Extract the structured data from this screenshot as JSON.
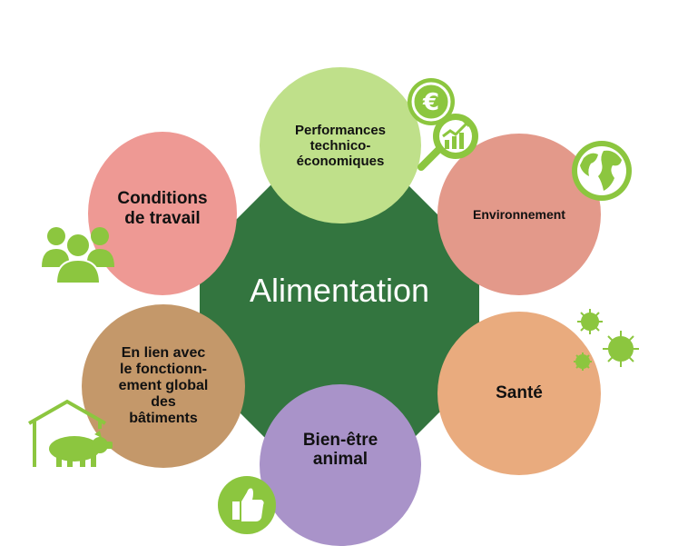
{
  "center": {
    "label": "Alimentation",
    "color": "#33753f"
  },
  "themes": [
    {
      "id": "performances",
      "label": "Performances\ntechnico-\néconomiques",
      "color": "#bfe08a",
      "icons": [
        "euro-icon",
        "growth-chart-magnifier-icon"
      ]
    },
    {
      "id": "environnement",
      "label": "Environnement",
      "color": "#e3998a",
      "icons": [
        "globe-icon"
      ]
    },
    {
      "id": "sante",
      "label": "Santé",
      "color": "#e9ab7e",
      "icons": [
        "virus-icon"
      ]
    },
    {
      "id": "bien-etre",
      "label": "Bien-être\nanimal",
      "color": "#a993c9",
      "icons": [
        "thumbs-up-icon"
      ]
    },
    {
      "id": "batiments",
      "label": "En lien avec\nle fonctionn-\nement global\ndes\nbâtiments",
      "color": "#c4986a",
      "icons": [
        "pig-barn-icon"
      ]
    },
    {
      "id": "travail",
      "label": "Conditions\nde travail",
      "color": "#ee9994",
      "icons": [
        "people-group-icon"
      ]
    }
  ],
  "icon_color": "#8cc63f"
}
